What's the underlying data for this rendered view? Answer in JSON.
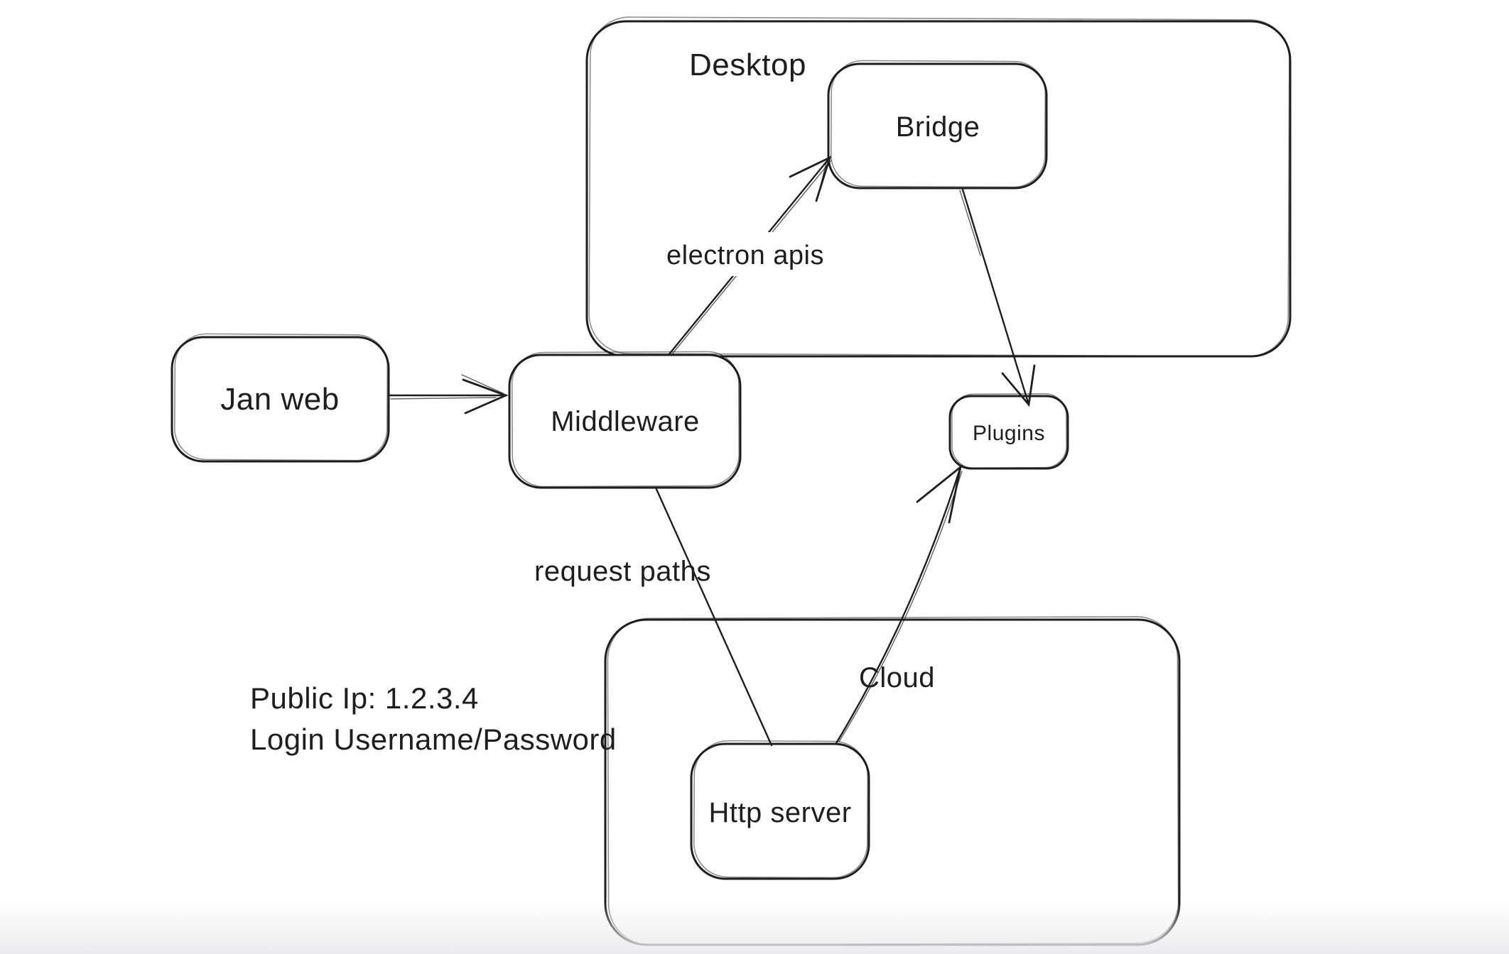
{
  "canvas": {
    "background": "#ffffff",
    "stroke_color": "#1e1e1e",
    "bottom_fade_color": "#e9ebee"
  },
  "containers": [
    {
      "id": "desktop",
      "label": "Desktop"
    },
    {
      "id": "cloud",
      "label": "Cloud"
    }
  ],
  "nodes": [
    {
      "id": "jan-web",
      "label": "Jan web"
    },
    {
      "id": "middleware",
      "label": "Middleware"
    },
    {
      "id": "bridge",
      "label": "Bridge"
    },
    {
      "id": "plugins",
      "label": "Plugins"
    },
    {
      "id": "http-server",
      "label": "Http server"
    }
  ],
  "arrows": [
    {
      "id": "janweb-to-middleware",
      "from": "Jan web",
      "to": "Middleware",
      "label": ""
    },
    {
      "id": "middleware-to-bridge",
      "from": "Middleware",
      "to": "Bridge",
      "label": "electron apis"
    },
    {
      "id": "bridge-to-plugins",
      "from": "Bridge",
      "to": "Plugins",
      "label": ""
    },
    {
      "id": "middleware-to-httpserver",
      "from": "Middleware",
      "to": "Http server",
      "label": "request paths"
    },
    {
      "id": "httpserver-to-plugins",
      "from": "Http server",
      "to": "Plugins",
      "label": ""
    }
  ],
  "annotations": [
    {
      "id": "public-ip",
      "text": "Public Ip: 1.2.3.4"
    },
    {
      "id": "login",
      "text": "Login Username/Password"
    }
  ]
}
